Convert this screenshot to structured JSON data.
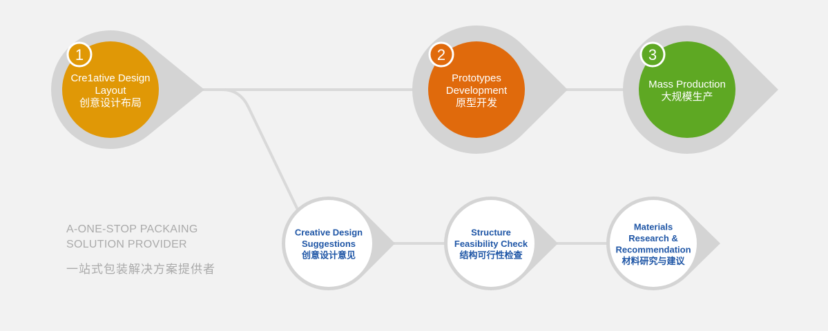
{
  "tagline": {
    "english": "A-ONE-STOP PACKAING SOLUTION PROVIDER",
    "chinese": "一站式包装解决方案提供者"
  },
  "main_steps": [
    {
      "number": "1",
      "lines": [
        "Cre1ative Design",
        "Layout",
        "创意设计布局"
      ],
      "color": "#e09806"
    },
    {
      "number": "2",
      "lines": [
        "Prototypes",
        "Development",
        "原型开发"
      ],
      "color": "#e06a0c"
    },
    {
      "number": "3",
      "lines": [
        "Mass Production",
        "大规模生产"
      ],
      "color": "#5ea823"
    }
  ],
  "sub_steps": [
    {
      "lines": [
        "Creative Design",
        "Suggestions",
        "创意设计意见"
      ]
    },
    {
      "lines": [
        "Structure",
        "Feasibility Check",
        "结构可行性检查"
      ]
    },
    {
      "lines": [
        "Materials",
        "Research &",
        "Recommendation",
        "材料研究与建议"
      ]
    }
  ],
  "colors": {
    "shadow": "#d4d4d4",
    "connector": "#d9d9d9",
    "sub_fill": "#ffffff",
    "sub_text": "#1f56a6",
    "tagline": "#aaaaaa"
  }
}
